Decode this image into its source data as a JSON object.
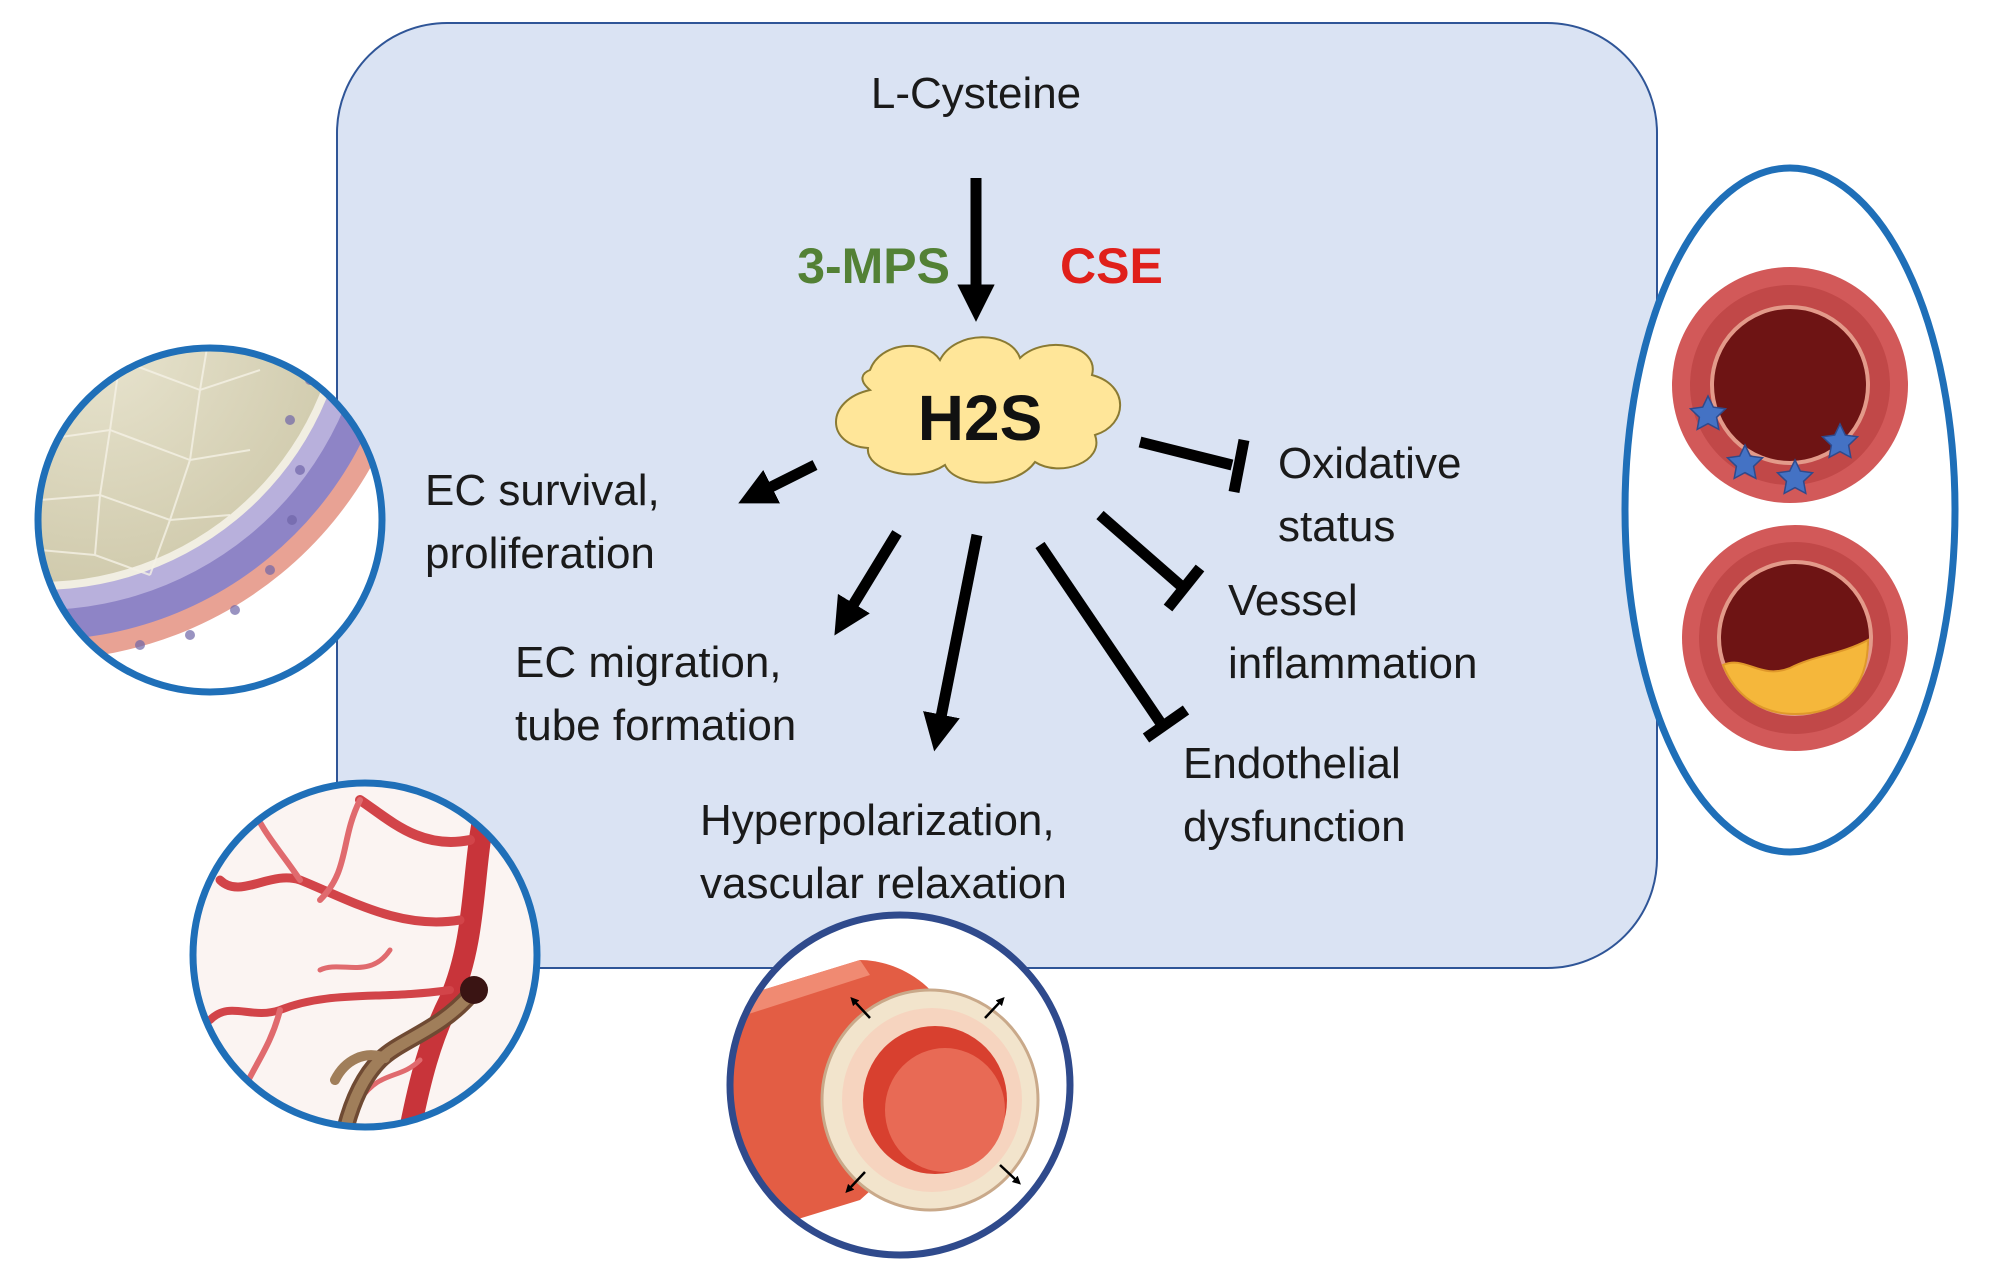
{
  "diagram": {
    "substrate": "L-Cysteine",
    "enzymes": [
      {
        "label": "3-MPS",
        "color": "#538135"
      },
      {
        "label": "CSE",
        "color": "#e0201b"
      }
    ],
    "product": "H2S",
    "promotes": [
      {
        "line1": "EC survival,",
        "line2": "proliferation"
      },
      {
        "line1": "EC migration,",
        "line2": "tube formation"
      },
      {
        "line1": "Hyperpolarization,",
        "line2": "vascular relaxation"
      }
    ],
    "inhibits": [
      {
        "line1": "Oxidative",
        "line2": "status"
      },
      {
        "line1": "Vessel",
        "line2": "inflammation"
      },
      {
        "line1": "Endothelial",
        "line2": "dysfunction"
      }
    ]
  },
  "colors": {
    "panel_fill": "#dae3f3",
    "panel_stroke": "#2f5597",
    "cloud_fill": "#ffe699",
    "circle_stroke": "#1f6fb8",
    "arrow": "#000000"
  }
}
